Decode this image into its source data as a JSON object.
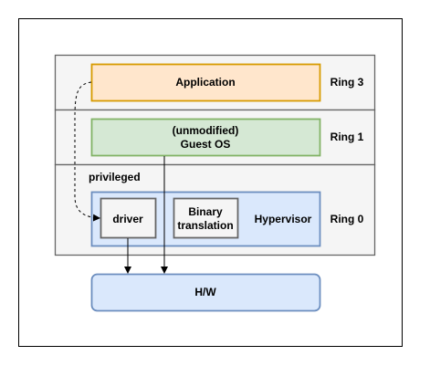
{
  "rings": [
    {
      "label": "Ring 3"
    },
    {
      "label": "Ring 1"
    },
    {
      "label": "Ring 0"
    }
  ],
  "boxes": {
    "application": {
      "label": "Application",
      "fill": "#ffe6cc",
      "stroke": "#d79b00"
    },
    "guest_os": {
      "line1": "(unmodified)",
      "line2": "Guest OS",
      "fill": "#d5e8d4",
      "stroke": "#82b366"
    },
    "hypervisor": {
      "label": "Hypervisor",
      "fill": "#dae8fc",
      "stroke": "#6c8ebf"
    },
    "driver": {
      "label": "driver"
    },
    "binary_translation": {
      "line1": "Binary",
      "line2": "translation"
    },
    "hw": {
      "label": "H/W",
      "fill": "#dae8fc",
      "stroke": "#6c8ebf"
    }
  },
  "annotations": {
    "privileged": "privileged"
  },
  "colors": {
    "ring_band_fill": "#f5f5f5",
    "ring_band_stroke": "#666666",
    "inner_box_fill": "#f5f5f5",
    "inner_box_stroke": "#666666"
  }
}
